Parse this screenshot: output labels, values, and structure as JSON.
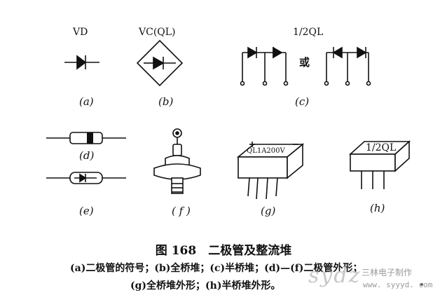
{
  "labels": {
    "vd": "VD",
    "vcql": "VC(QL)",
    "half_ql": "1/2QL",
    "or_char": "或",
    "qlia": "QL1A200V",
    "half_ql_box": "1/2QL"
  },
  "sublabels": {
    "a": "(a)",
    "b": "(b)",
    "c": "(c)",
    "d": "(d)",
    "e": "(e)",
    "f": "( f )",
    "g": "(g)",
    "h": "(h)"
  },
  "caption": {
    "title": "图 168　二极管及整流堆",
    "line1": "(a)二极管的符号；(b)全桥堆；(c)半桥堆；(d)—(f)二极管外形；",
    "line2": "(g)全桥堆外形；(h)半桥堆外形。"
  },
  "watermark": {
    "big": "sydz",
    "cn": "三林电子制作",
    "url": "www. syyyd. com"
  }
}
